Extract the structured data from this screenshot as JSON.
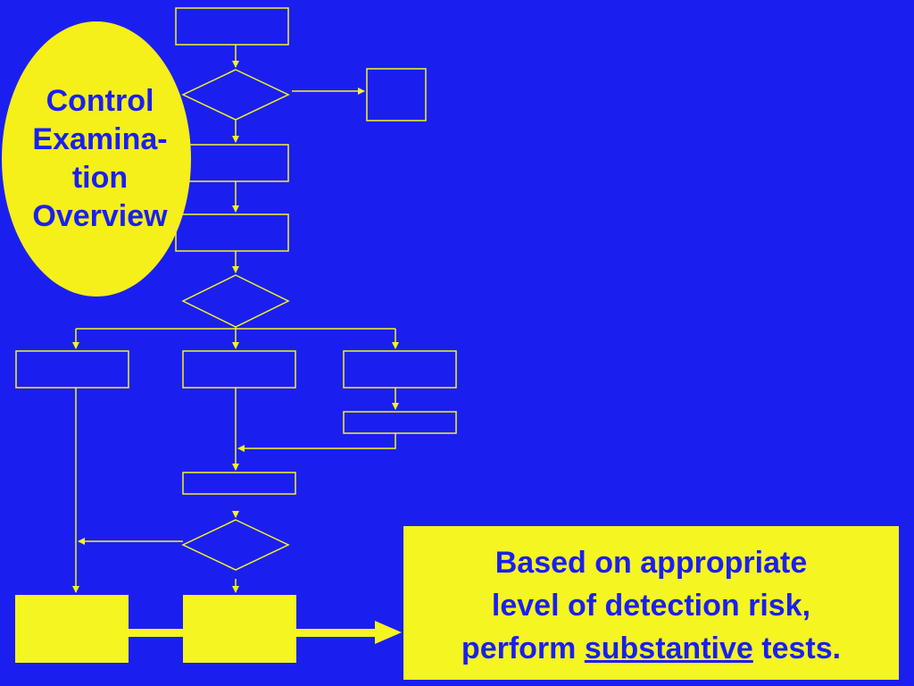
{
  "title": {
    "line1": "Control",
    "line2": "Examina-",
    "line3": "tion",
    "line4": "Overview"
  },
  "callout": {
    "line1": "Based on appropriate",
    "line2": "level of detection risk,",
    "line3_prefix": "perform ",
    "line3_emphasis": "substantive",
    "line3_suffix": " tests."
  },
  "colors": {
    "background": "#1a1ff0",
    "accent": "#f5ef1a",
    "lines": "#f5f522"
  }
}
